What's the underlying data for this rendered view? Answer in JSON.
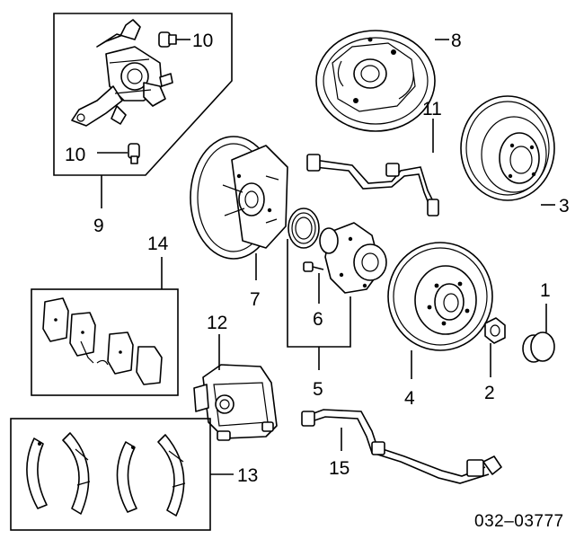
{
  "diagram": {
    "code": "032–03777",
    "callouts": [
      {
        "id": "c1",
        "text": "1"
      },
      {
        "id": "c2",
        "text": "2"
      },
      {
        "id": "c3",
        "text": "3"
      },
      {
        "id": "c4",
        "text": "4"
      },
      {
        "id": "c5",
        "text": "5"
      },
      {
        "id": "c6",
        "text": "6"
      },
      {
        "id": "c7",
        "text": "7"
      },
      {
        "id": "c8",
        "text": "8"
      },
      {
        "id": "c9",
        "text": "9"
      },
      {
        "id": "c10a",
        "text": "10"
      },
      {
        "id": "c10b",
        "text": "10"
      },
      {
        "id": "c11",
        "text": "11"
      },
      {
        "id": "c12",
        "text": "12"
      },
      {
        "id": "c13",
        "text": "13"
      },
      {
        "id": "c14",
        "text": "14"
      },
      {
        "id": "c15",
        "text": "15"
      }
    ]
  }
}
